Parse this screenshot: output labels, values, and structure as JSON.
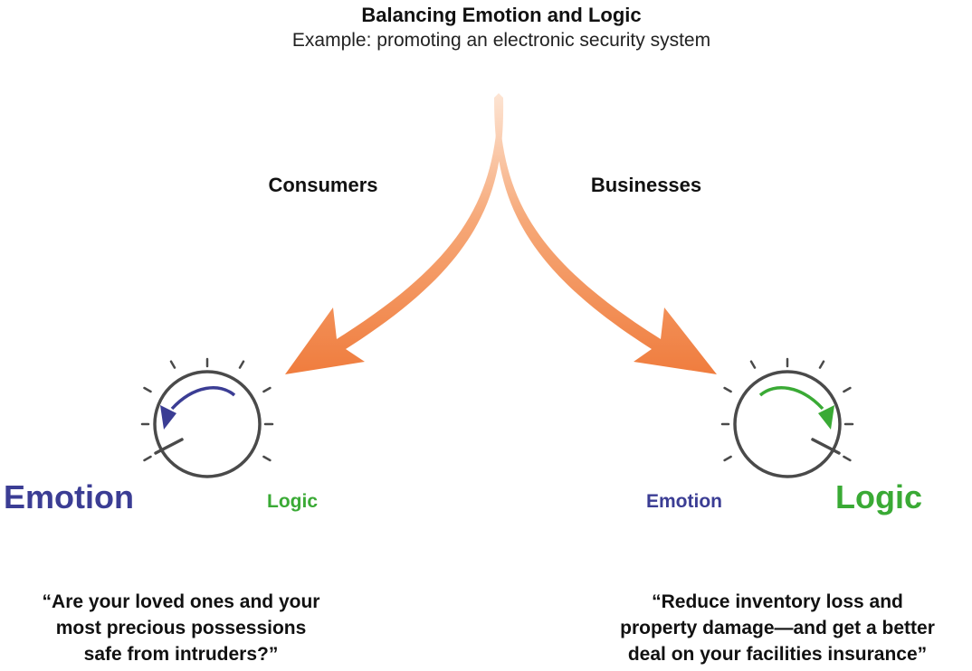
{
  "header": {
    "title": "Balancing Emotion and Logic",
    "subtitle": "Example: promoting an electronic security system"
  },
  "branches": {
    "left": {
      "label": "Consumers",
      "dial_emphasis": "Emotion",
      "dial_label_large": "Emotion",
      "dial_label_small": "Logic",
      "quote": "“Are your loved ones and your\nmost precious possessions\nsafe from intruders?”"
    },
    "right": {
      "label": "Businesses",
      "dial_emphasis": "Logic",
      "dial_label_small": "Emotion",
      "dial_label_large": "Logic",
      "quote": "“Reduce inventory loss and\nproperty damage—and get a better\ndeal on your facilities insurance”"
    }
  },
  "colors": {
    "emotion": "#3b3d94",
    "logic": "#3aaa35",
    "arrow_dark": "#ef7b3c",
    "arrow_light": "#fbd2b4",
    "dial": "#4a4a4a"
  }
}
